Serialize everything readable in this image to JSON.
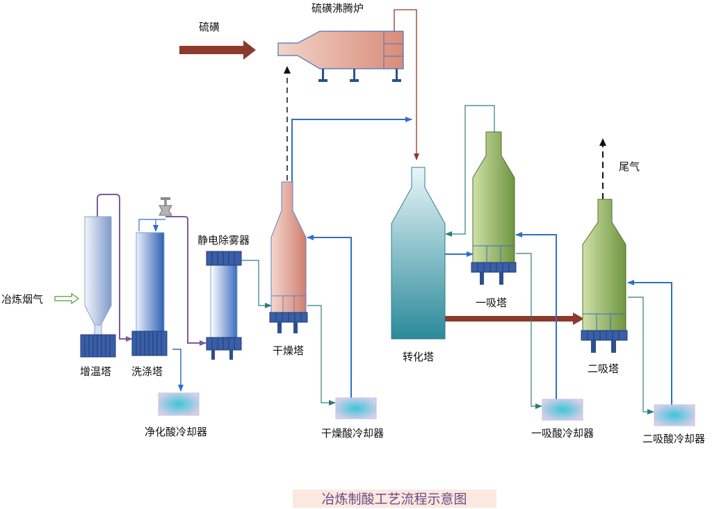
{
  "title": "冶炼制酸工艺流程示意图",
  "labels": {
    "sulfur": "硫磺",
    "furnace": "硫磺沸腾炉",
    "smelter_gas": "冶炼烟气",
    "heater_tower": "增温塔",
    "wash_tower": "洗涤塔",
    "esp": "静电除雾器",
    "dry_tower": "干燥塔",
    "converter": "转化塔",
    "abs1_tower": "一吸塔",
    "abs2_tower": "二吸塔",
    "tail_gas": "尾气",
    "purify_cooler": "净化酸冷却器",
    "dry_cooler": "干燥酸冷却器",
    "abs1_cooler": "一吸酸冷却器",
    "abs2_cooler": "二吸酸冷却器"
  },
  "colors": {
    "brown_arrow": "#8b3a2c",
    "blue_line": "#2f6fc4",
    "purple_line": "#7a5a9e",
    "teal_line": "#2d7d7d",
    "equipment_base": "#2e4f8c"
  }
}
